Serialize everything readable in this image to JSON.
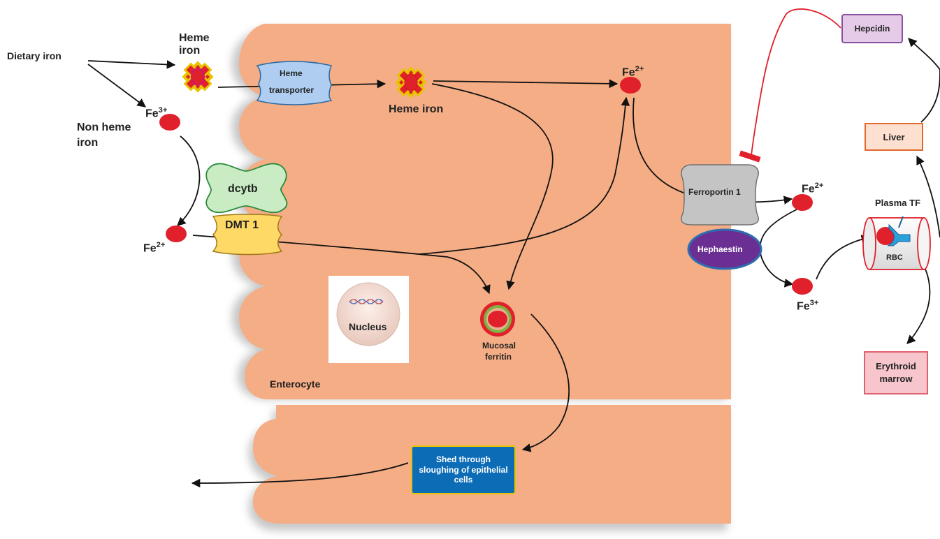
{
  "labels": {
    "dietary_iron": "Dietary iron",
    "heme_iron_left_1": "Heme",
    "heme_iron_left_2": "iron",
    "fe3_left": "Fe",
    "fe3_left_sup": "3+",
    "non_heme_1": "Non heme",
    "non_heme_2": "iron",
    "fe2_left": "Fe",
    "fe2_left_sup": "2+",
    "heme_transporter_1": "Heme",
    "heme_transporter_2": "transporter",
    "heme_iron_center": "Heme iron",
    "fe2_top": "Fe",
    "fe2_top_sup": "2+",
    "dcytb": "dcytb",
    "dmt1": "DMT 1",
    "nucleus": "Nucleus",
    "mucosal_1": "Mucosal",
    "mucosal_2": "ferritin",
    "enterocyte": "Enterocyte",
    "shed": "Shed through sloughing of epithelial cells",
    "ferroportin": "Ferroportin 1",
    "hephaestin": "Hephaestin",
    "fe2_right": "Fe",
    "fe2_right_sup": "2+",
    "fe3_right": "Fe",
    "fe3_right_sup": "3+",
    "plasma_tf": "Plasma TF",
    "rbc": "RBC",
    "hepcidin": "Hepcidin",
    "liver": "Liver",
    "erythroid_1": "Erythroid",
    "erythroid_2": "marrow"
  },
  "colors": {
    "cell": "#f5ad85",
    "iron": "#e0202a",
    "heme_outline": "#e8c400",
    "transporter": "#aecdf0",
    "dcytb": "#c9ecc4",
    "dmt1": "#ffd966",
    "ferroportin": "#c4c4c4",
    "hephaestin": "#6b2f93",
    "hepcidin": "#e6cbe8",
    "liver": "#fde0d0",
    "erythroid": "#f7c6cc",
    "shed": "#0c6cb6",
    "inhibit": "#e0202a"
  }
}
